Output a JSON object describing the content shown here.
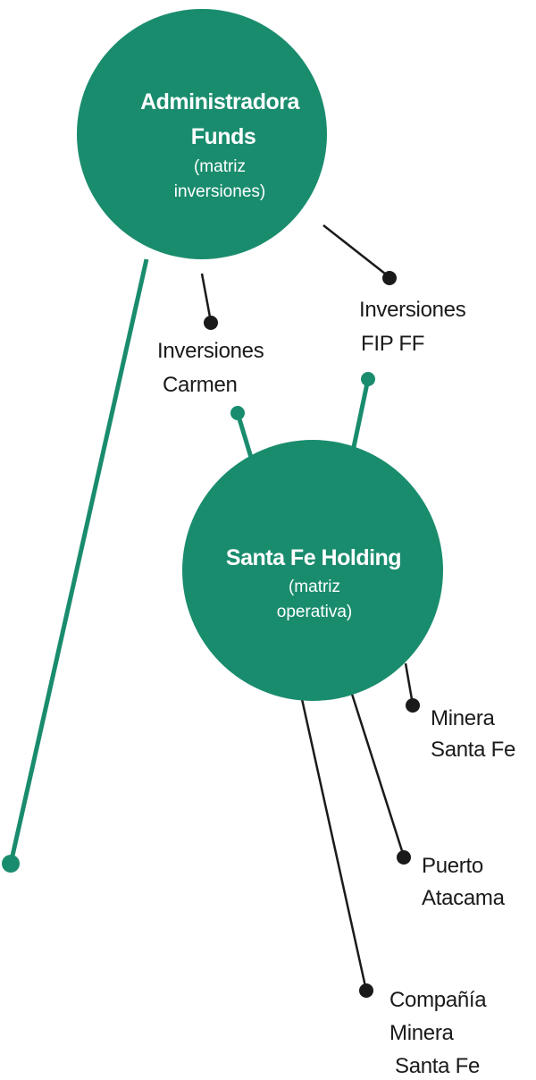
{
  "colors": {
    "accent": "#1a8c6e",
    "ink": "#1a1a1a",
    "background": "#ffffff"
  },
  "nodes": {
    "administradora": {
      "title": [
        "Administradora",
        "Funds"
      ],
      "subtitle": [
        "(matriz",
        "inversiones)"
      ]
    },
    "santa_fe_holding": {
      "title": [
        "Santa Fe Holding"
      ],
      "subtitle": [
        "(matriz",
        "operativa)"
      ]
    }
  },
  "entities": {
    "inversiones_carmen": [
      "Inversiones",
      "Carmen"
    ],
    "inversiones_fip_ff": [
      "Inversiones",
      "FIP FF"
    ],
    "minera_santa_fe": [
      "Minera",
      "Santa Fe"
    ],
    "puerto_atacama": [
      "Puerto",
      "Atacama"
    ],
    "compania_minera_santa_fe": [
      "Compañía",
      "Minera",
      "Santa Fe"
    ]
  }
}
